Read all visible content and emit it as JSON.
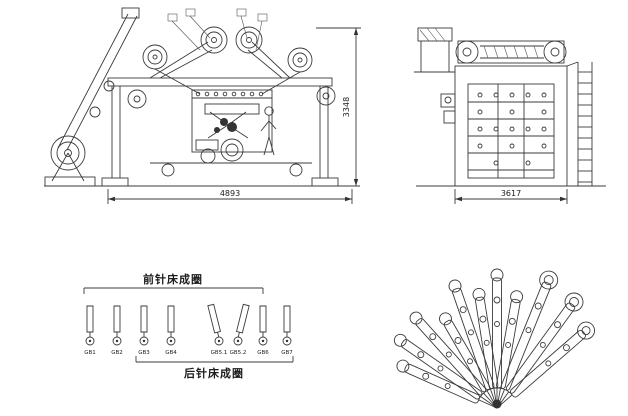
{
  "drawing": {
    "front_view": {
      "width_dim": "4893",
      "height_dim": "3348"
    },
    "side_view": {
      "width_dim": "3617"
    }
  },
  "guide_bar_diagram": {
    "front_bed_label": "前针床成圈",
    "back_bed_label": "后针床成圈",
    "bars": [
      "GB1",
      "GB2",
      "GB3",
      "GB4",
      "GB5.1",
      "GB5.2",
      "GB6",
      "GB7"
    ]
  }
}
